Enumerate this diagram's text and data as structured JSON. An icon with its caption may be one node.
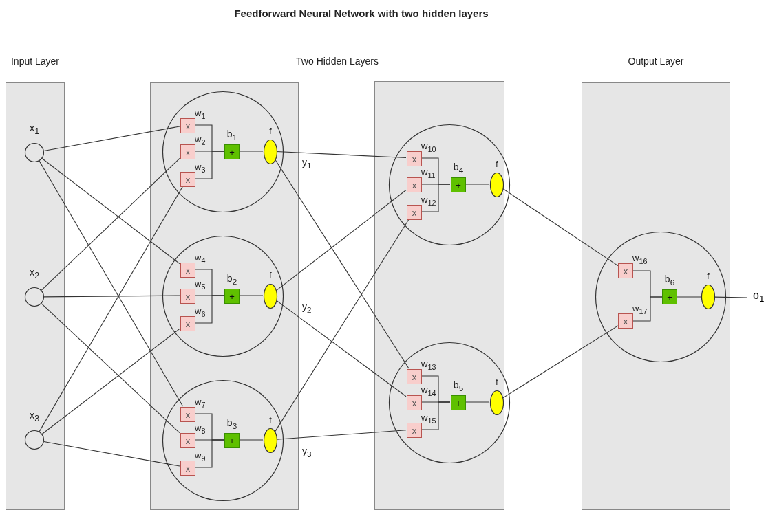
{
  "diagram": {
    "title": "Feedforward Neural Network with two hidden layers",
    "nodes": [
      {
        "text": [
          "Input Layer"
        ]
      },
      {
        "text": [],
        "shape": "circle",
        "in": 0,
        "beside": [
          "x$_{1}$"
        ]
      },
      {
        "text": [],
        "shape": "circle",
        "in": 0,
        "beside": [
          "x$_{2}$"
        ]
      },
      {
        "text": [],
        "shape": "circle",
        "in": 0,
        "beside": [
          "x$_{3}$"
        ]
      },
      {
        "text": [],
        "shape": "box"
      },
      {
        "text": [],
        "shape": "circle",
        "in": 4
      },
      {
        "text": [
          "x"
        ],
        "in": 5,
        "beside": [
          "w$_{1}$"
        ]
      },
      {
        "text": [
          "x"
        ],
        "in": 5,
        "beside": [
          "w$_{2}$"
        ]
      },
      {
        "text": [
          "x"
        ],
        "in": 5,
        "beside": [
          "w$_{3}$"
        ]
      },
      {
        "text": [
          "+"
        ],
        "in": 5,
        "beside": [
          "b$_{1}$"
        ]
      },
      {
        "text": [],
        "shape": "ellipse",
        "in": 5,
        "beside": [
          "f",
          "y$_{1}$"
        ]
      },
      {
        "text": [],
        "shape": "circle",
        "in": 4
      },
      {
        "text": [
          "x"
        ],
        "in": 11,
        "beside": [
          "w$_{4}$"
        ]
      },
      {
        "text": [
          "x"
        ],
        "in": 11,
        "beside": [
          "w$_{5}$"
        ]
      },
      {
        "text": [
          "x"
        ],
        "in": 11,
        "beside": [
          "w$_{6}$"
        ]
      },
      {
        "text": [
          "+"
        ],
        "in": 11,
        "beside": [
          "b$_{2}$"
        ]
      },
      {
        "text": [],
        "shape": "ellipse",
        "in": 11,
        "beside": [
          "f",
          "y$_{2}$"
        ]
      },
      {
        "text": [],
        "shape": "circle",
        "in": 4
      },
      {
        "text": [
          "x"
        ],
        "in": 17,
        "beside": [
          "w$_{7}$"
        ]
      },
      {
        "text": [
          "x"
        ],
        "in": 17,
        "beside": [
          "w$_{8}$"
        ]
      },
      {
        "text": [
          "x"
        ],
        "in": 17,
        "beside": [
          "w$_{9}$"
        ]
      },
      {
        "text": [
          "+"
        ],
        "in": 17,
        "beside": [
          "b$_{3}$"
        ]
      },
      {
        "text": [],
        "shape": "ellipse",
        "in": 17,
        "beside": [
          "f",
          "y$_{3}$"
        ]
      },
      {
        "text": [],
        "shape": "box"
      },
      {
        "text": [],
        "shape": "circle",
        "in": 23
      },
      {
        "text": [
          "x"
        ],
        "in": 24,
        "beside": [
          "w$_{10}$"
        ]
      },
      {
        "text": [
          "x"
        ],
        "in": 24,
        "beside": [
          "w$_{11}$"
        ]
      },
      {
        "text": [
          "x"
        ],
        "in": 24,
        "beside": [
          "w$_{12}$"
        ]
      },
      {
        "text": [
          "+"
        ],
        "in": 24,
        "beside": [
          "b$_{4}$"
        ]
      },
      {
        "text": [],
        "shape": "ellipse",
        "in": 24,
        "beside": [
          "f"
        ]
      },
      {
        "text": [],
        "shape": "circle",
        "in": 23
      },
      {
        "text": [
          "x"
        ],
        "in": 30,
        "beside": [
          "w$_{13}$"
        ]
      },
      {
        "text": [
          "x"
        ],
        "in": 30,
        "beside": [
          "w$_{14}$"
        ]
      },
      {
        "text": [
          "x"
        ],
        "in": 30,
        "beside": [
          "w$_{15}$"
        ]
      },
      {
        "text": [
          "+"
        ],
        "in": 30,
        "beside": [
          "b$_{5}$"
        ]
      },
      {
        "text": [],
        "shape": "ellipse",
        "in": 30,
        "beside": [
          "f"
        ]
      },
      {
        "text": [
          "Output Layer"
        ]
      },
      {
        "text": [],
        "shape": "circle",
        "in": 36
      },
      {
        "text": [
          "x"
        ],
        "in": 37,
        "beside": [
          "w$_{16}$"
        ]
      },
      {
        "text": [
          "x"
        ],
        "in": 37,
        "beside": [
          "w$_{17}$"
        ]
      },
      {
        "text": [
          "+"
        ],
        "in": 37,
        "beside": [
          "b$_{6}$"
        ]
      },
      {
        "text": [],
        "shape": "ellipse",
        "in": 37,
        "beside": [
          "f"
        ]
      },
      {
        "text": [
          "o$_{1}$"
        ]
      }
    ],
    "edges": [
      {
        "from": 1,
        "to": 6,
        "arrow": "none"
      },
      {
        "from": 1,
        "to": 12,
        "arrow": "none"
      },
      {
        "from": 1,
        "to": 18,
        "arrow": "none"
      },
      {
        "from": 2,
        "to": 7,
        "arrow": "none"
      },
      {
        "from": 2,
        "to": 13,
        "arrow": "none"
      },
      {
        "from": 2,
        "to": 19,
        "arrow": "none"
      },
      {
        "from": 3,
        "to": 8,
        "arrow": "none"
      },
      {
        "from": 3,
        "to": 14,
        "arrow": "none"
      },
      {
        "from": 3,
        "to": 20,
        "arrow": "none"
      },
      {
        "from": 6,
        "to": 9,
        "arrow": "none"
      },
      {
        "from": 7,
        "to": 9,
        "arrow": "none"
      },
      {
        "from": 8,
        "to": 9,
        "arrow": "none"
      },
      {
        "from": 9,
        "to": 10,
        "arrow": "none"
      },
      {
        "from": 12,
        "to": 15,
        "arrow": "none"
      },
      {
        "from": 13,
        "to": 15,
        "arrow": "none"
      },
      {
        "from": 14,
        "to": 15,
        "arrow": "none"
      },
      {
        "from": 15,
        "to": 16,
        "arrow": "none"
      },
      {
        "from": 18,
        "to": 21,
        "arrow": "none"
      },
      {
        "from": 19,
        "to": 21,
        "arrow": "none"
      },
      {
        "from": 20,
        "to": 21,
        "arrow": "none"
      },
      {
        "from": 21,
        "to": 22,
        "arrow": "none"
      },
      {
        "from": 10,
        "to": 25,
        "arrow": "none"
      },
      {
        "from": 10,
        "to": 31,
        "arrow": "none"
      },
      {
        "from": 16,
        "to": 26,
        "arrow": "none"
      },
      {
        "from": 16,
        "to": 32,
        "arrow": "none"
      },
      {
        "from": 22,
        "to": 27,
        "arrow": "none"
      },
      {
        "from": 22,
        "to": 33,
        "arrow": "none"
      },
      {
        "from": 25,
        "to": 28,
        "arrow": "none"
      },
      {
        "from": 26,
        "to": 28,
        "arrow": "none"
      },
      {
        "from": 27,
        "to": 28,
        "arrow": "none"
      },
      {
        "from": 28,
        "to": 29,
        "arrow": "none"
      },
      {
        "from": 31,
        "to": 34,
        "arrow": "none"
      },
      {
        "from": 32,
        "to": 34,
        "arrow": "none"
      },
      {
        "from": 33,
        "to": 34,
        "arrow": "none"
      },
      {
        "from": 34,
        "to": 35,
        "arrow": "none"
      },
      {
        "from": 29,
        "to": 38,
        "arrow": "none"
      },
      {
        "from": 35,
        "to": 39,
        "arrow": "none"
      },
      {
        "from": 38,
        "to": 40,
        "arrow": "none"
      },
      {
        "from": 39,
        "to": 40,
        "arrow": "none"
      },
      {
        "from": 40,
        "to": 41,
        "arrow": "none"
      },
      {
        "from": 41,
        "to": 42,
        "arrow": "none"
      }
    ],
    "labels": [
      "Two Hidden Layers"
    ]
  }
}
